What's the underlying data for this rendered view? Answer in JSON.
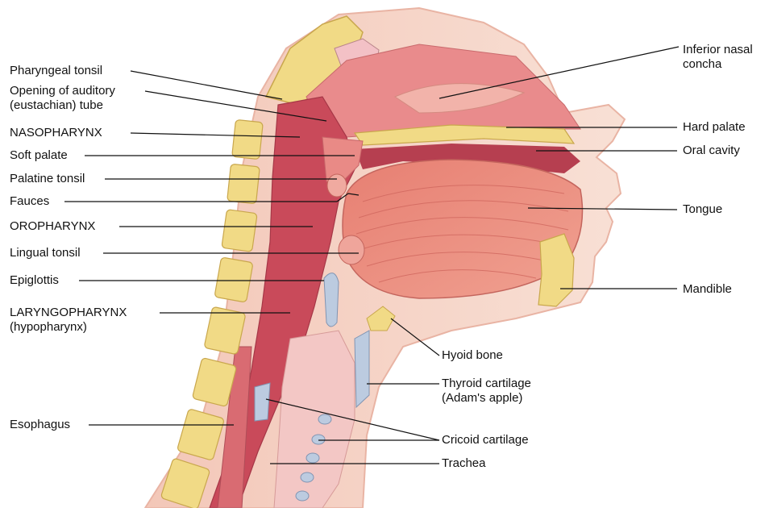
{
  "labels": {
    "pharyngeal_tonsil": "Pharyngeal tonsil",
    "auditory_tube_1": "Opening of auditory",
    "auditory_tube_2": "(eustachian) tube",
    "nasopharynx": "NASOPHARYNX",
    "soft_palate": "Soft palate",
    "palatine_tonsil": "Palatine tonsil",
    "fauces": "Fauces",
    "oropharynx": "OROPHARYNX",
    "lingual_tonsil": "Lingual tonsil",
    "epiglottis": "Epiglottis",
    "laryngopharynx_1": "LARYNGOPHARYNX",
    "laryngopharynx_2": "(hypopharynx)",
    "esophagus": "Esophagus",
    "nasal_concha_1": "Inferior nasal",
    "nasal_concha_2": "concha",
    "hard_palate": "Hard palate",
    "oral_cavity": "Oral cavity",
    "tongue": "Tongue",
    "mandible": "Mandible",
    "hyoid_bone": "Hyoid bone",
    "thyroid_1": "Thyroid cartilage",
    "thyroid_2": "(Adam's apple)",
    "cricoid": "Cricoid cartilage",
    "trachea": "Trachea"
  },
  "colors": {
    "skin": "#f6d5c7",
    "tissue": "#ec9a94",
    "lumen": "#c94a5a",
    "muscle": "#e58476",
    "bone": "#f1da86",
    "cartilage": "#bccbe0",
    "leader": "#111111"
  }
}
